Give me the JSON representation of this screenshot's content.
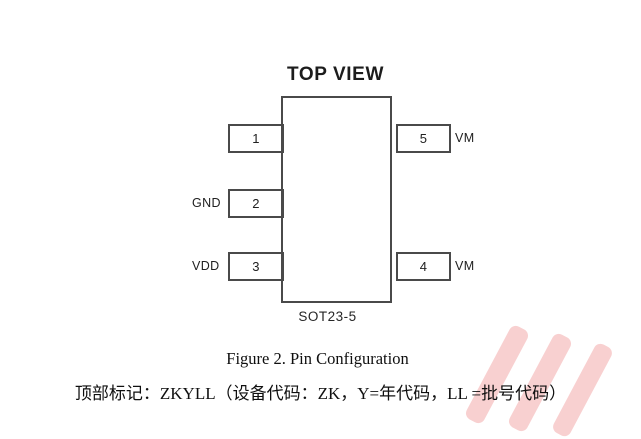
{
  "figure": {
    "view_label": "TOP VIEW",
    "package_name": "SOT23-5",
    "caption": "Figure 2. Pin Configuration",
    "note_cn": "顶部标记：ZKYLL（设备代码：ZK，Y=年代码，LL =批号代码）",
    "outline_color": "#4a4a4a",
    "background_color": "#ffffff",
    "watermark_color": "#f4b3b3"
  },
  "pins": {
    "left": [
      {
        "number": "1",
        "signal": ""
      },
      {
        "number": "2",
        "signal": "GND"
      },
      {
        "number": "3",
        "signal": "VDD"
      }
    ],
    "right": [
      {
        "number": "5",
        "signal": "VM"
      },
      {
        "number": "4",
        "signal": "VM"
      }
    ]
  }
}
